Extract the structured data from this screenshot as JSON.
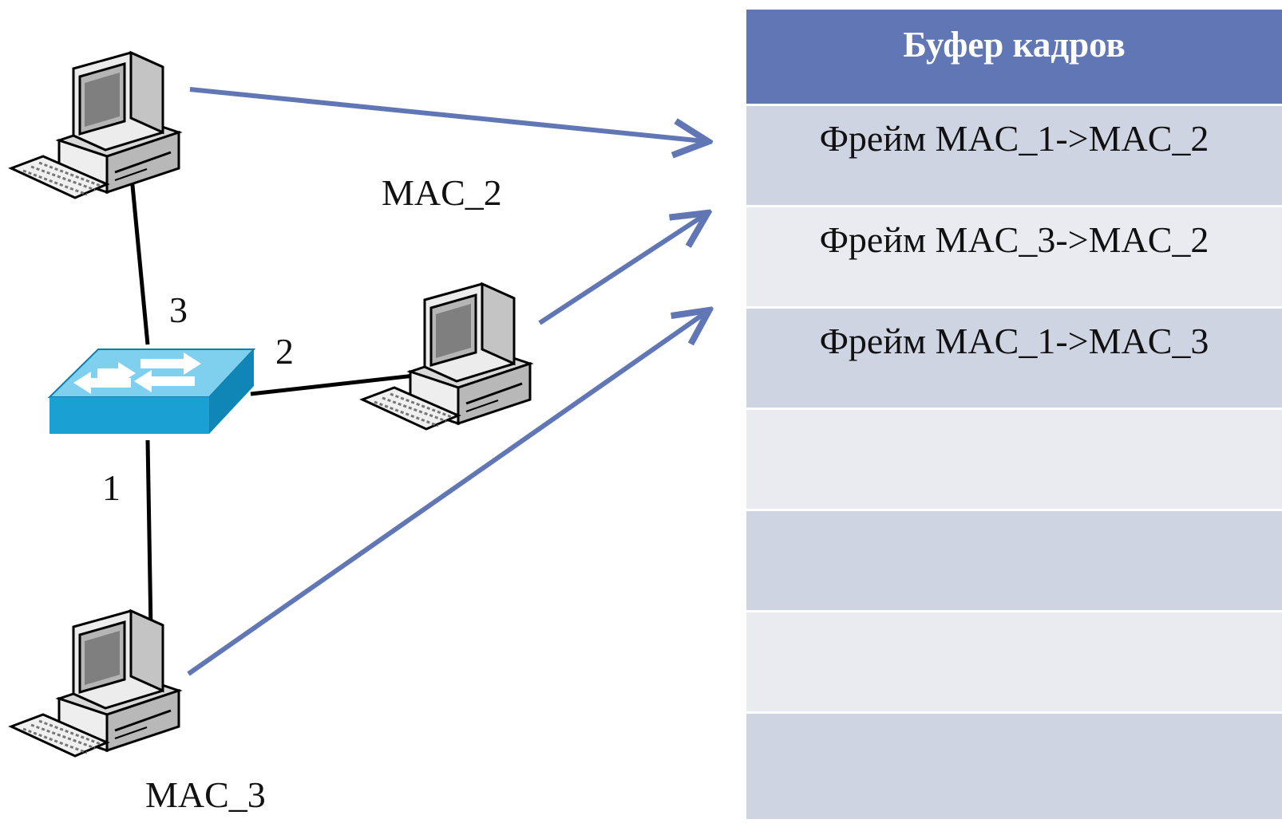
{
  "buffer": {
    "title": "Буфер кадров",
    "rows": [
      "Фрейм MAC_1->MAC_2",
      "Фрейм MAC_3->MAC_2",
      "Фрейм MAC_1->MAC_3",
      "",
      "",
      "",
      ""
    ]
  },
  "labels": {
    "mac2": "MAC_2",
    "mac3": "MAC_3",
    "port1": "1",
    "port2": "2",
    "port3": "3"
  },
  "colors": {
    "header": "#6176b4",
    "row_odd": "#cfd4e3",
    "row_even": "#e9ebf0",
    "arrow": "#6176b4",
    "switch": "#1aa0d2"
  },
  "icons": [
    "computer-icon",
    "switch-icon"
  ]
}
